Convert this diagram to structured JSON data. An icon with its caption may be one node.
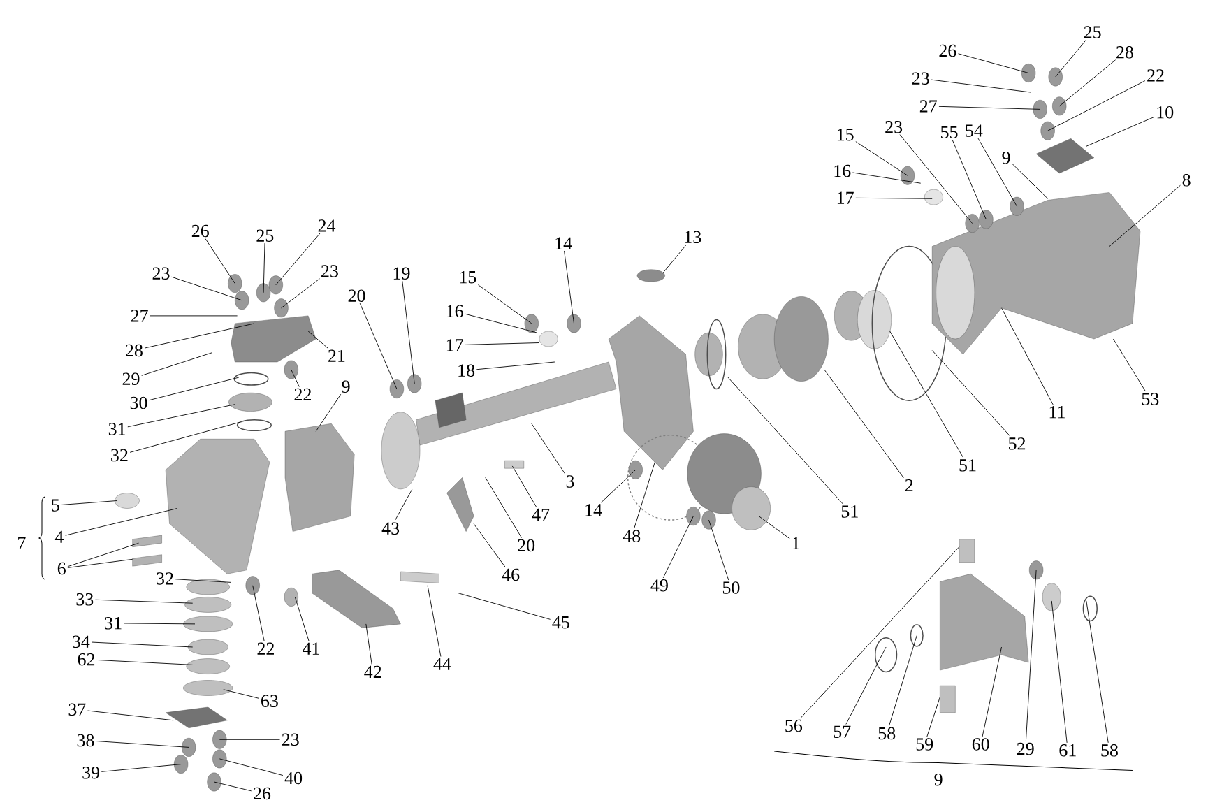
{
  "diagram": {
    "nodes": [
      {
        "text": [
          "26"
        ]
      },
      {
        "text": [
          "25"
        ]
      },
      {
        "text": [
          "28"
        ]
      },
      {
        "text": [
          "23"
        ]
      },
      {
        "text": [
          "22"
        ]
      },
      {
        "text": [
          "27"
        ]
      },
      {
        "text": [
          "10"
        ]
      },
      {
        "text": [
          "15"
        ]
      },
      {
        "text": [
          "23"
        ]
      },
      {
        "text": [
          "55"
        ]
      },
      {
        "text": [
          "54"
        ]
      },
      {
        "text": [
          "9"
        ]
      },
      {
        "text": [
          "16"
        ]
      },
      {
        "text": [
          "17"
        ]
      },
      {
        "text": [
          "8"
        ]
      },
      {
        "text": [
          "13"
        ]
      },
      {
        "text": [
          "14"
        ]
      },
      {
        "text": [
          "19"
        ]
      },
      {
        "text": [
          "15"
        ]
      },
      {
        "text": [
          "20"
        ]
      },
      {
        "text": [
          "16"
        ]
      },
      {
        "text": [
          "17"
        ]
      },
      {
        "text": [
          "18"
        ]
      },
      {
        "text": [
          "26"
        ]
      },
      {
        "text": [
          "25"
        ]
      },
      {
        "text": [
          "24"
        ]
      },
      {
        "text": [
          "23"
        ]
      },
      {
        "text": [
          "23"
        ]
      },
      {
        "text": [
          "27"
        ]
      },
      {
        "text": [
          "28"
        ]
      },
      {
        "text": [
          "21"
        ]
      },
      {
        "text": [
          "29"
        ]
      },
      {
        "text": [
          "30"
        ]
      },
      {
        "text": [
          "22"
        ]
      },
      {
        "text": [
          "31"
        ]
      },
      {
        "text": [
          "9"
        ]
      },
      {
        "text": [
          "32"
        ]
      },
      {
        "text": [
          "5"
        ]
      },
      {
        "text": [
          "4"
        ]
      },
      {
        "text": [
          "6"
        ]
      },
      {
        "text": [
          "32"
        ]
      },
      {
        "text": [
          "33"
        ]
      },
      {
        "text": [
          "31"
        ]
      },
      {
        "text": [
          "34"
        ]
      },
      {
        "text": [
          "62"
        ]
      },
      {
        "text": [
          "63"
        ]
      },
      {
        "text": [
          "37"
        ]
      },
      {
        "text": [
          "38"
        ]
      },
      {
        "text": [
          "23"
        ]
      },
      {
        "text": [
          "39"
        ]
      },
      {
        "text": [
          "40"
        ]
      },
      {
        "text": [
          "26"
        ]
      },
      {
        "text": [
          "22"
        ]
      },
      {
        "text": [
          "41"
        ]
      },
      {
        "text": [
          "42"
        ]
      },
      {
        "text": [
          "44"
        ]
      },
      {
        "text": [
          "45"
        ]
      },
      {
        "text": [
          "43"
        ]
      },
      {
        "text": [
          "46"
        ]
      },
      {
        "text": [
          "20"
        ]
      },
      {
        "text": [
          "47"
        ]
      },
      {
        "text": [
          "3"
        ]
      },
      {
        "text": [
          "14"
        ]
      },
      {
        "text": [
          "48"
        ]
      },
      {
        "text": [
          "49"
        ]
      },
      {
        "text": [
          "50"
        ]
      },
      {
        "text": [
          "1"
        ]
      },
      {
        "text": [
          "51"
        ]
      },
      {
        "text": [
          "2"
        ]
      },
      {
        "text": [
          "51"
        ]
      },
      {
        "text": [
          "52"
        ]
      },
      {
        "text": [
          "11"
        ]
      },
      {
        "text": [
          "53"
        ]
      },
      {
        "text": [
          "56"
        ]
      },
      {
        "text": [
          "57"
        ]
      },
      {
        "text": [
          "58"
        ]
      },
      {
        "text": [
          "59"
        ]
      },
      {
        "text": [
          "60"
        ]
      },
      {
        "text": [
          "29"
        ]
      },
      {
        "text": [
          "61"
        ]
      },
      {
        "text": [
          "58"
        ]
      }
    ],
    "edges": [
      {
        "from": 0,
        "to": null,
        "arrow": "none"
      },
      {
        "from": 1,
        "to": null,
        "arrow": "none"
      },
      {
        "from": 2,
        "to": null,
        "arrow": "none"
      },
      {
        "from": 3,
        "to": null,
        "arrow": "none"
      },
      {
        "from": 4,
        "to": null,
        "arrow": "none"
      },
      {
        "from": 5,
        "to": null,
        "arrow": "none"
      },
      {
        "from": 6,
        "to": null,
        "arrow": "none"
      },
      {
        "from": 7,
        "to": null,
        "arrow": "none"
      },
      {
        "from": 8,
        "to": null,
        "arrow": "none"
      },
      {
        "from": 9,
        "to": null,
        "arrow": "none"
      },
      {
        "from": 10,
        "to": null,
        "arrow": "none"
      },
      {
        "from": 11,
        "to": null,
        "arrow": "none"
      },
      {
        "from": 12,
        "to": null,
        "arrow": "none"
      },
      {
        "from": 13,
        "to": null,
        "arrow": "none"
      },
      {
        "from": 14,
        "to": null,
        "arrow": "none"
      },
      {
        "from": 15,
        "to": null,
        "arrow": "none"
      },
      {
        "from": 16,
        "to": null,
        "arrow": "none"
      },
      {
        "from": 17,
        "to": null,
        "arrow": "none"
      },
      {
        "from": 18,
        "to": null,
        "arrow": "none"
      },
      {
        "from": 19,
        "to": null,
        "arrow": "none"
      },
      {
        "from": 20,
        "to": null,
        "arrow": "none"
      },
      {
        "from": 21,
        "to": null,
        "arrow": "none"
      },
      {
        "from": 22,
        "to": null,
        "arrow": "none"
      },
      {
        "from": 23,
        "to": null,
        "arrow": "none"
      },
      {
        "from": 24,
        "to": null,
        "arrow": "none"
      },
      {
        "from": 25,
        "to": null,
        "arrow": "none"
      },
      {
        "from": 26,
        "to": null,
        "arrow": "none"
      },
      {
        "from": 27,
        "to": null,
        "arrow": "none"
      },
      {
        "from": 28,
        "to": null,
        "arrow": "none"
      },
      {
        "from": 29,
        "to": null,
        "arrow": "none"
      },
      {
        "from": 30,
        "to": null,
        "arrow": "none"
      },
      {
        "from": 31,
        "to": null,
        "arrow": "none"
      },
      {
        "from": 32,
        "to": null,
        "arrow": "none"
      },
      {
        "from": 33,
        "to": null,
        "arrow": "none"
      },
      {
        "from": 34,
        "to": null,
        "arrow": "none"
      },
      {
        "from": 35,
        "to": null,
        "arrow": "none"
      },
      {
        "from": 36,
        "to": null,
        "arrow": "none"
      },
      {
        "from": 37,
        "to": null,
        "arrow": "none"
      },
      {
        "from": 38,
        "to": null,
        "arrow": "none"
      },
      {
        "from": 39,
        "to": null,
        "arrow": "none"
      },
      {
        "from": 39,
        "to": null,
        "arrow": "none"
      },
      {
        "from": 40,
        "to": null,
        "arrow": "none"
      },
      {
        "from": 41,
        "to": null,
        "arrow": "none"
      },
      {
        "from": 42,
        "to": null,
        "arrow": "none"
      },
      {
        "from": 43,
        "to": null,
        "arrow": "none"
      },
      {
        "from": 44,
        "to": null,
        "arrow": "none"
      },
      {
        "from": 45,
        "to": null,
        "arrow": "none"
      },
      {
        "from": 46,
        "to": null,
        "arrow": "none"
      },
      {
        "from": 47,
        "to": null,
        "arrow": "none"
      },
      {
        "from": 48,
        "to": null,
        "arrow": "none"
      },
      {
        "from": 49,
        "to": null,
        "arrow": "none"
      },
      {
        "from": 50,
        "to": null,
        "arrow": "none"
      },
      {
        "from": 51,
        "to": null,
        "arrow": "none"
      },
      {
        "from": 52,
        "to": null,
        "arrow": "none"
      },
      {
        "from": 53,
        "to": null,
        "arrow": "none"
      },
      {
        "from": 54,
        "to": null,
        "arrow": "none"
      },
      {
        "from": 55,
        "to": null,
        "arrow": "none"
      },
      {
        "from": 56,
        "to": null,
        "arrow": "none"
      },
      {
        "from": 57,
        "to": null,
        "arrow": "none"
      },
      {
        "from": 58,
        "to": null,
        "arrow": "none"
      },
      {
        "from": 59,
        "to": null,
        "arrow": "none"
      },
      {
        "from": 60,
        "to": null,
        "arrow": "none"
      },
      {
        "from": 61,
        "to": null,
        "arrow": "none"
      },
      {
        "from": 62,
        "to": null,
        "arrow": "none"
      },
      {
        "from": 63,
        "to": null,
        "arrow": "none"
      },
      {
        "from": 64,
        "to": null,
        "arrow": "none"
      },
      {
        "from": 65,
        "to": null,
        "arrow": "none"
      },
      {
        "from": 66,
        "to": null,
        "arrow": "none"
      },
      {
        "from": 67,
        "to": null,
        "arrow": "none"
      },
      {
        "from": 68,
        "to": null,
        "arrow": "none"
      },
      {
        "from": 69,
        "to": null,
        "arrow": "none"
      },
      {
        "from": 70,
        "to": null,
        "arrow": "none"
      },
      {
        "from": 71,
        "to": null,
        "arrow": "none"
      },
      {
        "from": 72,
        "to": null,
        "arrow": "none"
      },
      {
        "from": 73,
        "to": null,
        "arrow": "none"
      },
      {
        "from": 74,
        "to": null,
        "arrow": "none"
      },
      {
        "from": 75,
        "to": null,
        "arrow": "none"
      },
      {
        "from": 76,
        "to": null,
        "arrow": "none"
      },
      {
        "from": 77,
        "to": null,
        "arrow": "none"
      },
      {
        "from": 78,
        "to": null,
        "arrow": "none"
      },
      {
        "from": 79,
        "to": null,
        "arrow": "none"
      },
      {
        "from": 80,
        "to": null,
        "arrow": "none"
      }
    ],
    "labels": [
      "7",
      "9"
    ]
  }
}
